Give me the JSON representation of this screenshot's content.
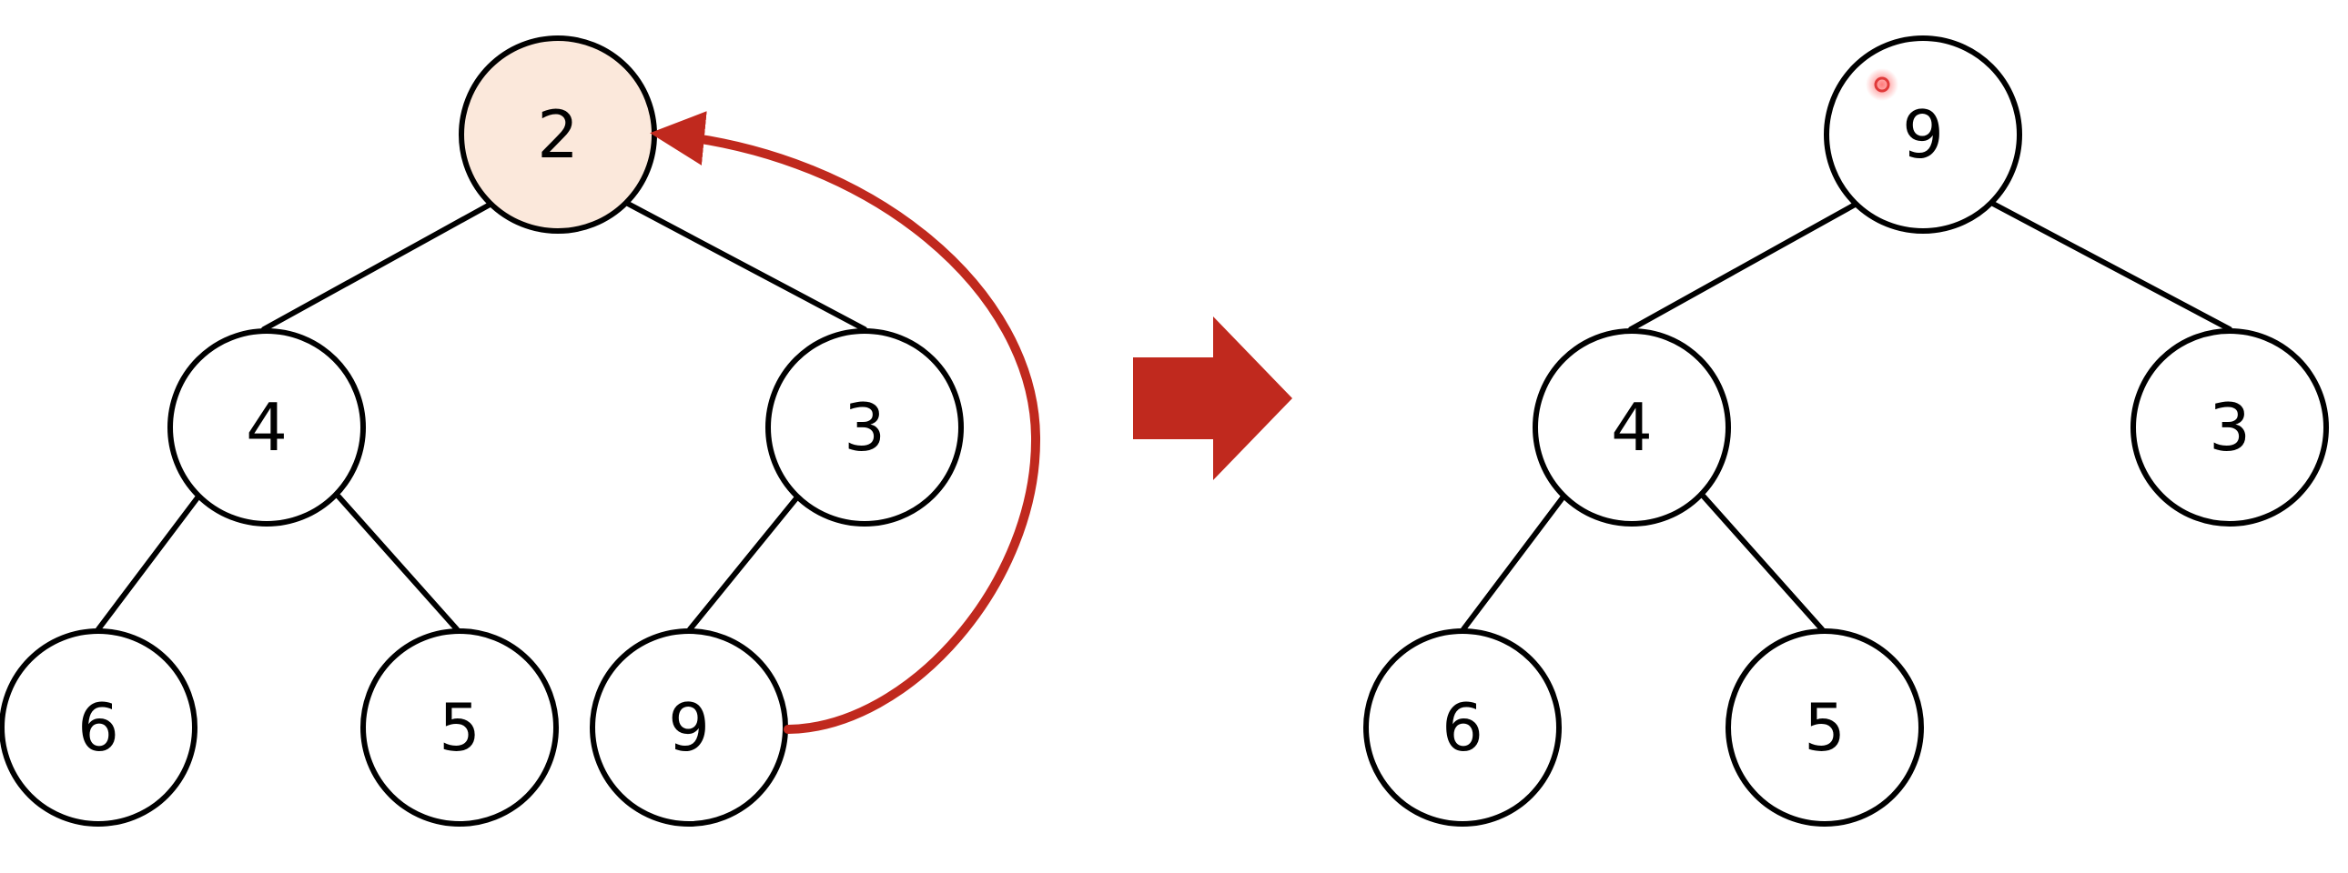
{
  "colors": {
    "stroke": "#000000",
    "node_fill": "#ffffff",
    "highlight_fill": "#fbe8db",
    "accent": "#c0291e"
  },
  "before_tree": {
    "nodes": [
      {
        "id": "root",
        "label": "2",
        "highlighted": true
      },
      {
        "id": "left",
        "label": "4",
        "highlighted": false
      },
      {
        "id": "right",
        "label": "3",
        "highlighted": false
      },
      {
        "id": "left-left",
        "label": "6",
        "highlighted": false
      },
      {
        "id": "left-right",
        "label": "5",
        "highlighted": false
      },
      {
        "id": "right-left",
        "label": "9",
        "highlighted": false
      }
    ]
  },
  "after_tree": {
    "nodes": [
      {
        "id": "root",
        "label": "9",
        "highlighted": false
      },
      {
        "id": "left",
        "label": "4",
        "highlighted": false
      },
      {
        "id": "right",
        "label": "3",
        "highlighted": false
      },
      {
        "id": "left-left",
        "label": "6",
        "highlighted": false
      },
      {
        "id": "left-right",
        "label": "5",
        "highlighted": false
      }
    ]
  },
  "transition_arrow_icon": "right-block-arrow-icon",
  "swap_arrow_icon": "curved-arrow-icon"
}
